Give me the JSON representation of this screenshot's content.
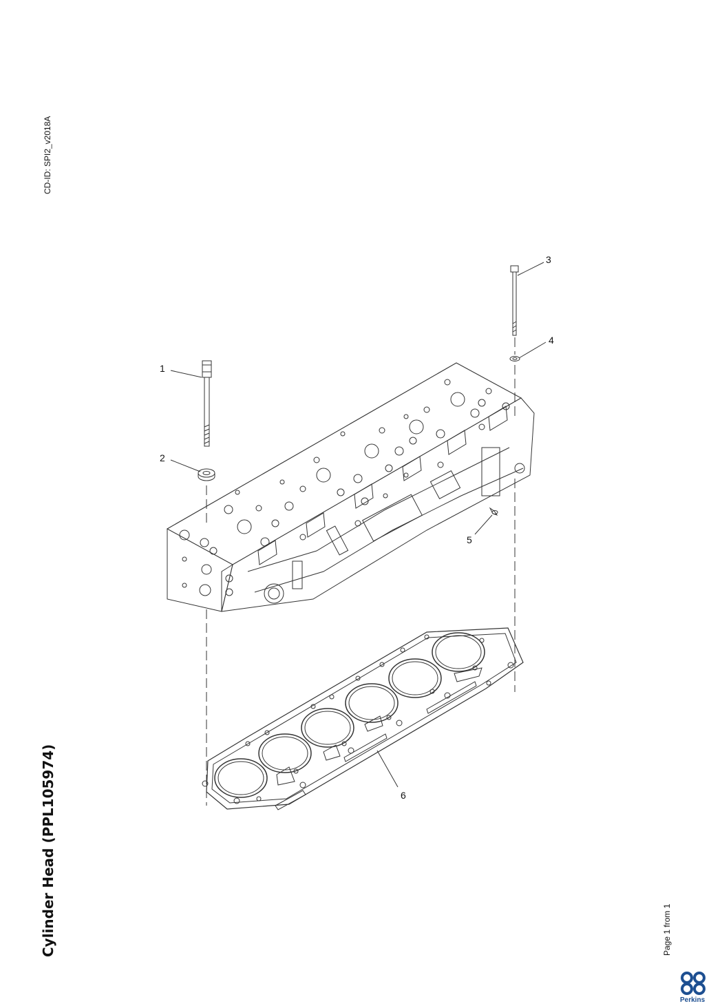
{
  "document": {
    "cd_id": "CD-ID: SPI2_v2018A",
    "title": "Cylinder Head (PPL105974)",
    "page_info": "Page 1 from 1",
    "brand": "Perkins"
  },
  "callouts": [
    {
      "id": "1",
      "label": "1"
    },
    {
      "id": "2",
      "label": "2"
    },
    {
      "id": "3",
      "label": "3"
    },
    {
      "id": "4",
      "label": "4"
    },
    {
      "id": "5",
      "label": "5"
    },
    {
      "id": "6",
      "label": "6"
    }
  ],
  "colors": {
    "line": "#333333",
    "brand": "#1d4f91"
  }
}
